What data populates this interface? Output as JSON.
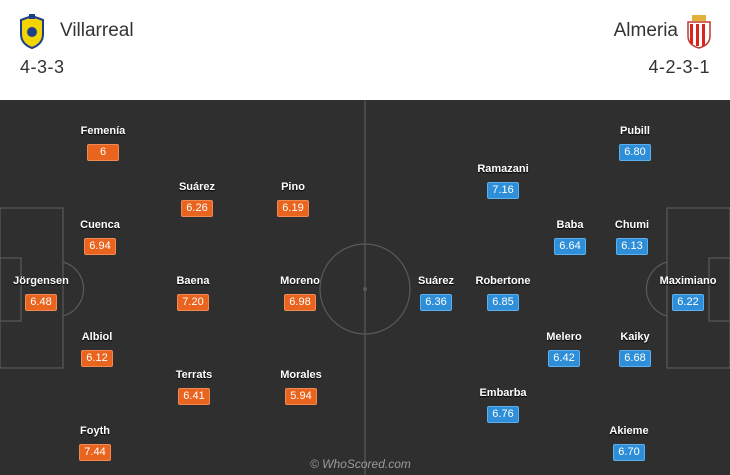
{
  "home": {
    "name": "Villarreal",
    "formation": "4-3-3",
    "crest_color": "#f2d400",
    "players": [
      {
        "name": "Femenía",
        "rating": "6"
      },
      {
        "name": "Suárez",
        "rating": "6.26"
      },
      {
        "name": "Pino",
        "rating": "6.19"
      },
      {
        "name": "Cuenca",
        "rating": "6.94"
      },
      {
        "name": "Jörgensen",
        "rating": "6.48"
      },
      {
        "name": "Baena",
        "rating": "7.20"
      },
      {
        "name": "Moreno",
        "rating": "6.98"
      },
      {
        "name": "Albiol",
        "rating": "6.12"
      },
      {
        "name": "Terrats",
        "rating": "6.41"
      },
      {
        "name": "Morales",
        "rating": "5.94"
      },
      {
        "name": "Foyth",
        "rating": "7.44"
      }
    ]
  },
  "away": {
    "name": "Almeria",
    "formation": "4-2-3-1",
    "crest_color": "#d7261e",
    "players": [
      {
        "name": "Pubill",
        "rating": "6.80"
      },
      {
        "name": "Ramazani",
        "rating": "7.16"
      },
      {
        "name": "Baba",
        "rating": "6.64"
      },
      {
        "name": "Chumi",
        "rating": "6.13"
      },
      {
        "name": "Suárez",
        "rating": "6.36"
      },
      {
        "name": "Robertone",
        "rating": "6.85"
      },
      {
        "name": "Maximiano",
        "rating": "6.22"
      },
      {
        "name": "Melero",
        "rating": "6.42"
      },
      {
        "name": "Kaiky",
        "rating": "6.68"
      },
      {
        "name": "Embarba",
        "rating": "6.76"
      },
      {
        "name": "Akieme",
        "rating": "6.70"
      }
    ]
  },
  "colors": {
    "home_rating": "#e8641f",
    "away_rating": "#2e8ed8",
    "pitch": "#2f2f2f",
    "lines": "#5a5a5a"
  },
  "watermark": "© WhoScored.com"
}
